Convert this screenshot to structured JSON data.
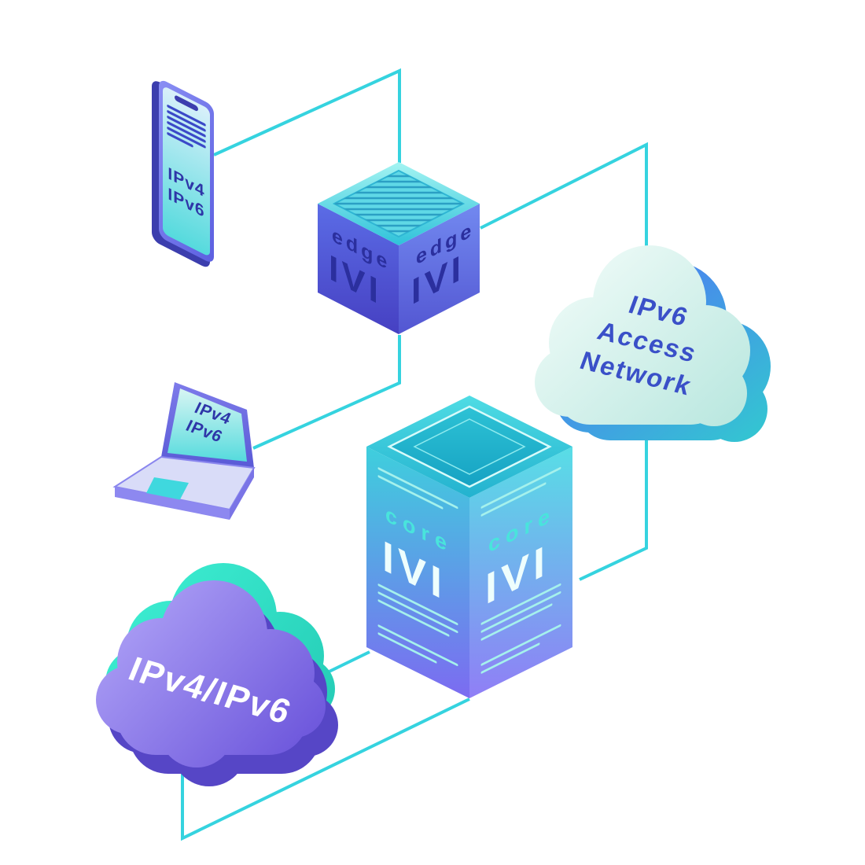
{
  "diagram": {
    "colors": {
      "connector": "#35d3df",
      "navy_text": "#2b2f9e",
      "device_text": "#2e36a8",
      "cloud6_text": "#3a50c8",
      "teal": "#2fd0d8",
      "purple": "#7a5fe0",
      "mint": "#e9faf5",
      "white": "#ffffff"
    },
    "phone": {
      "line1": "IPv4",
      "line2": "IPv6"
    },
    "laptop": {
      "line1": "IPv4",
      "line2": "IPv6"
    },
    "edge_router": {
      "left": {
        "label": "edge",
        "logo": "IVI"
      },
      "right": {
        "label": "edge",
        "logo": "IVI"
      }
    },
    "core_router": {
      "left": {
        "label": "core",
        "logo": "IVI"
      },
      "right": {
        "label": "core",
        "logo": "IVI"
      }
    },
    "ipv6_cloud": {
      "line1": "IPv6",
      "line2": "Access",
      "line3": "Network"
    },
    "ipv4_ipv6_cloud": {
      "label": "IPv4/IPv6"
    }
  }
}
